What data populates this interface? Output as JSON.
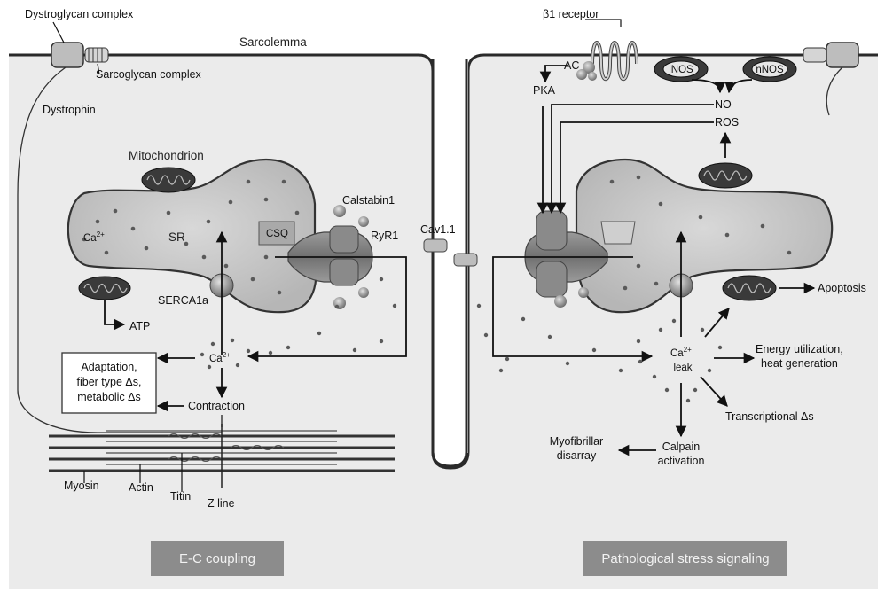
{
  "labels": {
    "dystroglycan": "Dystroglycan complex",
    "sarcoglycan": "Sarcoglycan complex",
    "dystrophin": "Dystrophin",
    "sarcolemma": "Sarcolemma",
    "mitochondrion": "Mitochondrion",
    "sr": "SR",
    "ca_sr": "Ca",
    "csq": "CSQ",
    "calstabin": "Calstabin1",
    "ryr1": "RyR1",
    "cav": "Cav1.1",
    "serca": "SERCA1a",
    "atp": "ATP",
    "ca_center": "Ca",
    "adaptation_1": "Adaptation,",
    "adaptation_2": "fiber type Δs,",
    "adaptation_3": "metabolic Δs",
    "contraction": "Contraction",
    "myosin": "Myosin",
    "actin": "Actin",
    "titin": "Titin",
    "zline": "Z line",
    "beta_receptor": "β1 receptor",
    "ac": "AC",
    "pka": "PKA",
    "inos": "iNOS",
    "nnos": "nNOS",
    "no": "NO",
    "ros": "ROS",
    "apoptosis": "Apoptosis",
    "ca_leak_1": "Ca",
    "ca_leak_2": "leak",
    "energy_1": "Energy utilization,",
    "energy_2": "heat generation",
    "transcriptional": "Transcriptional Δs",
    "calpain_1": "Calpain",
    "calpain_2": "activation",
    "myofibrillar_1": "Myofibrillar",
    "myofibrillar_2": "disarray",
    "superscript": "2+"
  },
  "panels": {
    "left_title": "E-C coupling",
    "right_title": "Pathological stress signaling"
  },
  "colors": {
    "cell_fill": "#e9e9e9",
    "sr_fill": "#c9c9c9",
    "banner": "#8c8c8c",
    "membrane": "#2a2a2a"
  }
}
